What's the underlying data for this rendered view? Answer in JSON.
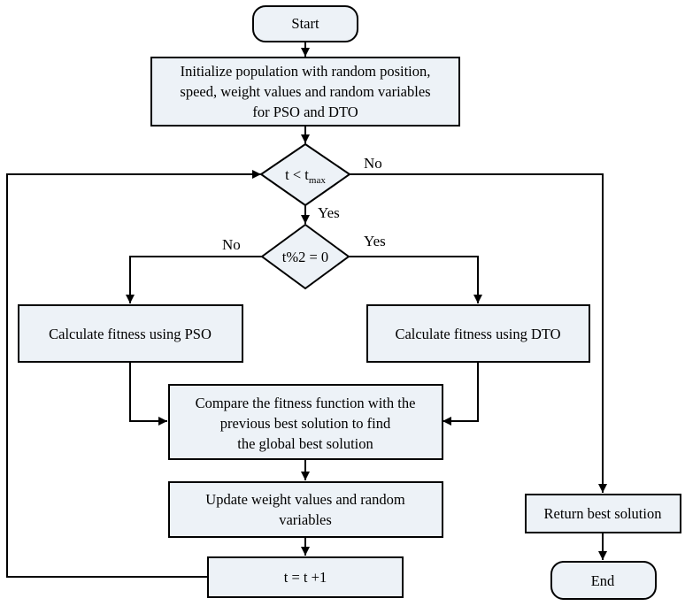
{
  "nodes": {
    "start": "Start",
    "init": [
      "Initialize population with random position,",
      "speed, weight values and random variables",
      "for PSO and DTO"
    ],
    "loop_condition": {
      "base": "t < t",
      "subscript": "max"
    },
    "parity_condition": "t%2 = 0",
    "fitness_pso": "Calculate fitness using PSO",
    "fitness_dto": "Calculate fitness using DTO",
    "compare": [
      "Compare the fitness function with the",
      "previous best solution to find",
      "the global best solution"
    ],
    "update": [
      "Update weight values and random",
      "variables"
    ],
    "increment": "t = t +1",
    "return": "Return best solution",
    "end": "End"
  },
  "edges": {
    "loop_no": "No",
    "loop_yes": "Yes",
    "parity_no": "No",
    "parity_yes": "Yes"
  },
  "colors": {
    "box_fill": "#edf2f7",
    "stroke": "#000000"
  }
}
